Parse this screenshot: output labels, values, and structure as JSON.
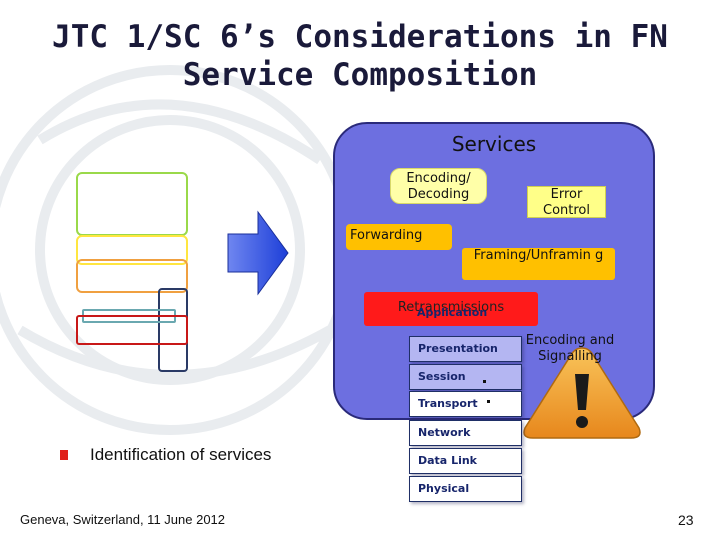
{
  "title": {
    "line1": "JTC 1/SC 6’s Considerations in FN",
    "line2": "Service Composition"
  },
  "diagram": {
    "services_label": "Services",
    "encoding_decoding": "Encoding/ Decoding",
    "error_control": "Error Control",
    "forwarding": "Forwarding",
    "framing": "Framing/Unframin g",
    "retransmissions": "Retransmissions",
    "encoding_signalling": "Encoding and Signalling",
    "osi_layers": [
      "Application",
      "Presentation",
      "Session",
      "Transport",
      "Network",
      "Data Link",
      "Physical"
    ],
    "colors": {
      "services_panel": "#6d6fe0",
      "yellow": "#ffffa8",
      "orange": "#ffc000",
      "red": "#ff1a1a",
      "arrow": "#2a4fe0",
      "warning": "#f2a12c"
    },
    "icons": [
      "right-arrow-icon",
      "warning-icon"
    ]
  },
  "bullet": {
    "text": "Identification of services"
  },
  "footer": {
    "location_date": "Geneva, Switzerland, 11 June 2012",
    "page_number": "23"
  }
}
